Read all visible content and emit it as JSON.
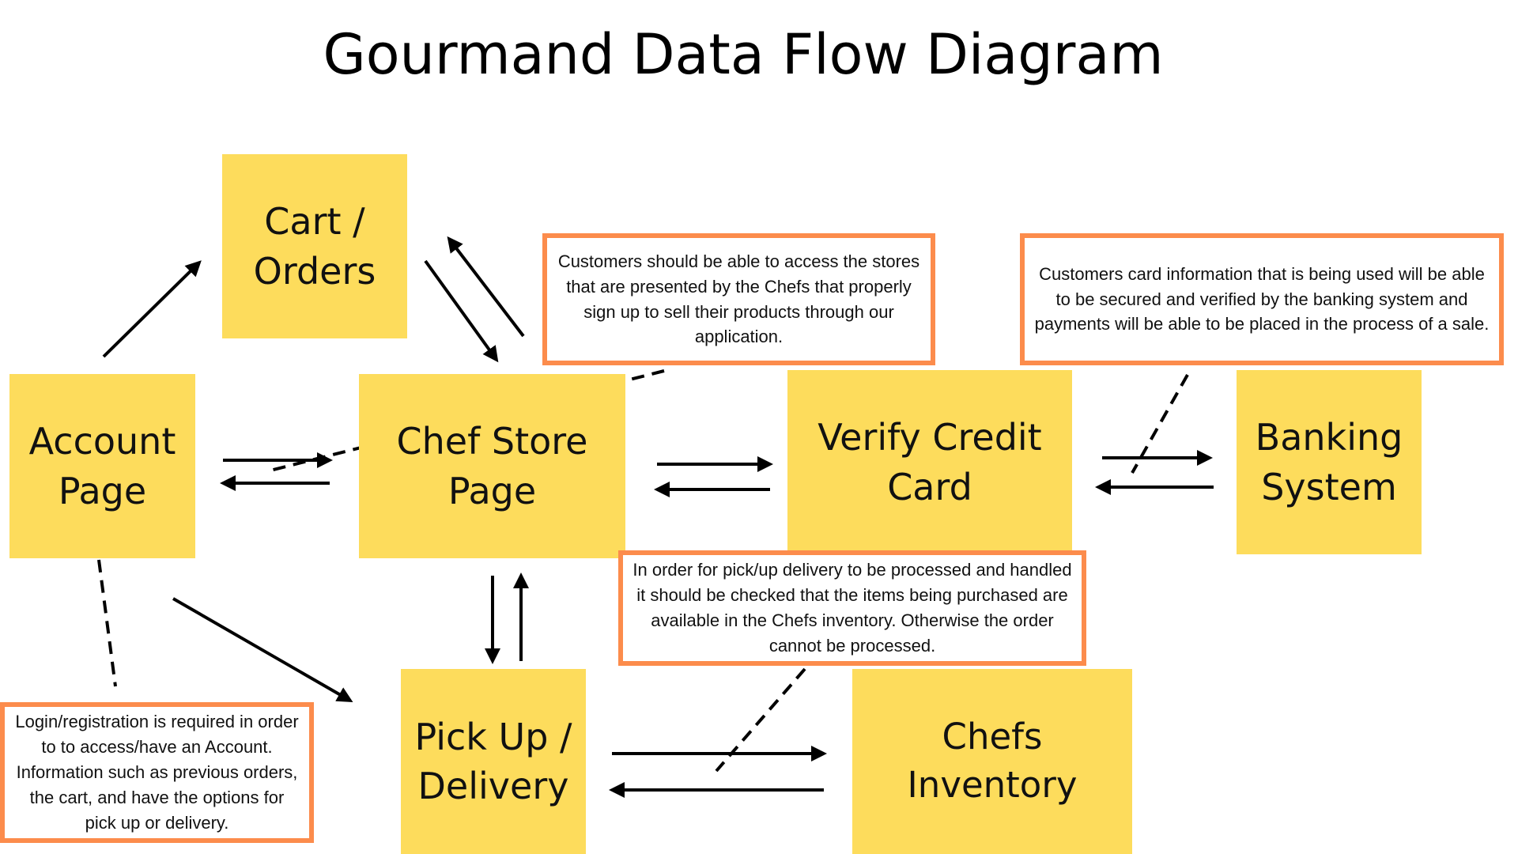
{
  "diagram": {
    "title": "Gourmand Data Flow Diagram",
    "nodes": {
      "cart_orders": "Cart / Orders",
      "account_page": "Account Page",
      "chef_store_page": "Chef Store Page",
      "verify_credit_card": "Verify Credit Card",
      "banking_system": "Banking System",
      "pick_up_delivery": "Pick Up / Delivery",
      "chefs_inventory": "Chefs Inventory"
    },
    "annotations": {
      "stores": "Customers should be able to access the stores that are presented by the Chefs that properly sign up to sell their products through our application.",
      "banking": "Customers card information that is being used will be able to be secured and verified by the banking system and payments will be able to be placed in the process of a sale.",
      "inventory": "In order for pick/up delivery to be processed and handled it should be checked that the items being purchased are available in the Chefs inventory. Otherwise the order cannot be processed.",
      "login": "Login/registration is required in order to to access/have an Account. Information such as previous orders, the cart, and have the options for pick up or delivery."
    },
    "colors": {
      "node_fill": "#fddc5c",
      "annotation_border": "#fc8c4c",
      "connector": "#000000"
    }
  }
}
